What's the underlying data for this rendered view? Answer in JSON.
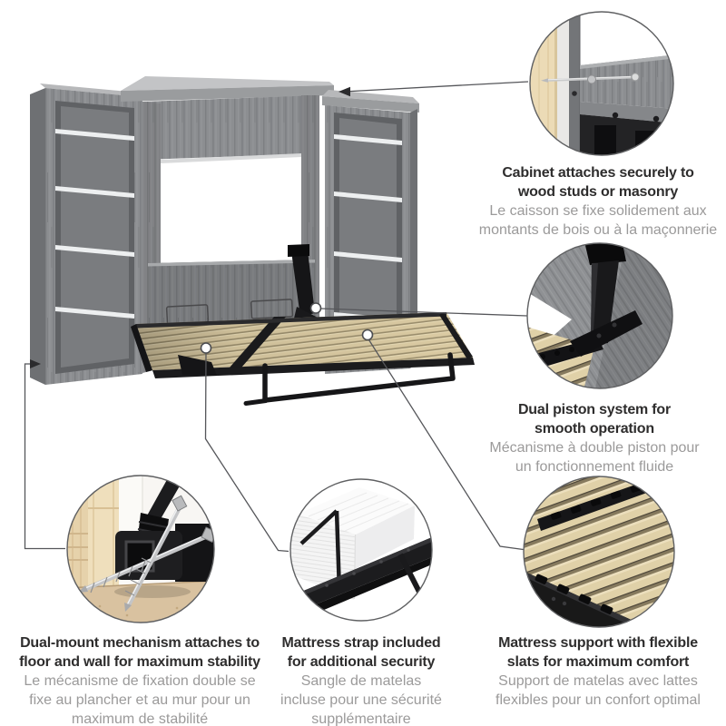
{
  "callouts": {
    "cabinet": {
      "en": [
        "Cabinet attaches securely to",
        "wood studs or masonry"
      ],
      "fr": [
        "Le caisson se fixe solidement aux",
        "montants de bois ou à la maçonnerie"
      ]
    },
    "piston": {
      "en": [
        "Dual piston system for",
        "smooth operation"
      ],
      "fr": [
        "Mécanisme à double piston pour",
        "un fonctionnement fluide"
      ]
    },
    "dual_mount": {
      "en": [
        "Dual-mount mechanism attaches to",
        "floor and wall for maximum stability"
      ],
      "fr": [
        "Le mécanisme de fixation double se",
        "fixe au plancher et au mur pour un",
        "maximum de stabilité"
      ]
    },
    "strap": {
      "en": [
        "Mattress strap included",
        "for additional security"
      ],
      "fr": [
        "Sangle de matelas",
        "incluse pour une sécurité",
        "supplémentaire"
      ]
    },
    "slats": {
      "en": [
        "Mattress support with flexible",
        "slats for maximum comfort"
      ],
      "fr": [
        "Support de matelas avec lattes",
        "flexibles pour un confort optimal"
      ]
    }
  },
  "colors": {
    "background": "#ffffff",
    "heading_text": "#2e2d2d",
    "subtext": "#9b9a9a",
    "connector_line": "#55565a",
    "cabinet_gray_wood": "#8c8e91",
    "frame_black": "#1b1b1d",
    "slat_tan": "#dbcba3",
    "stud_wood_tan": "#ecdbb6",
    "shelf_white": "#edeff0"
  }
}
